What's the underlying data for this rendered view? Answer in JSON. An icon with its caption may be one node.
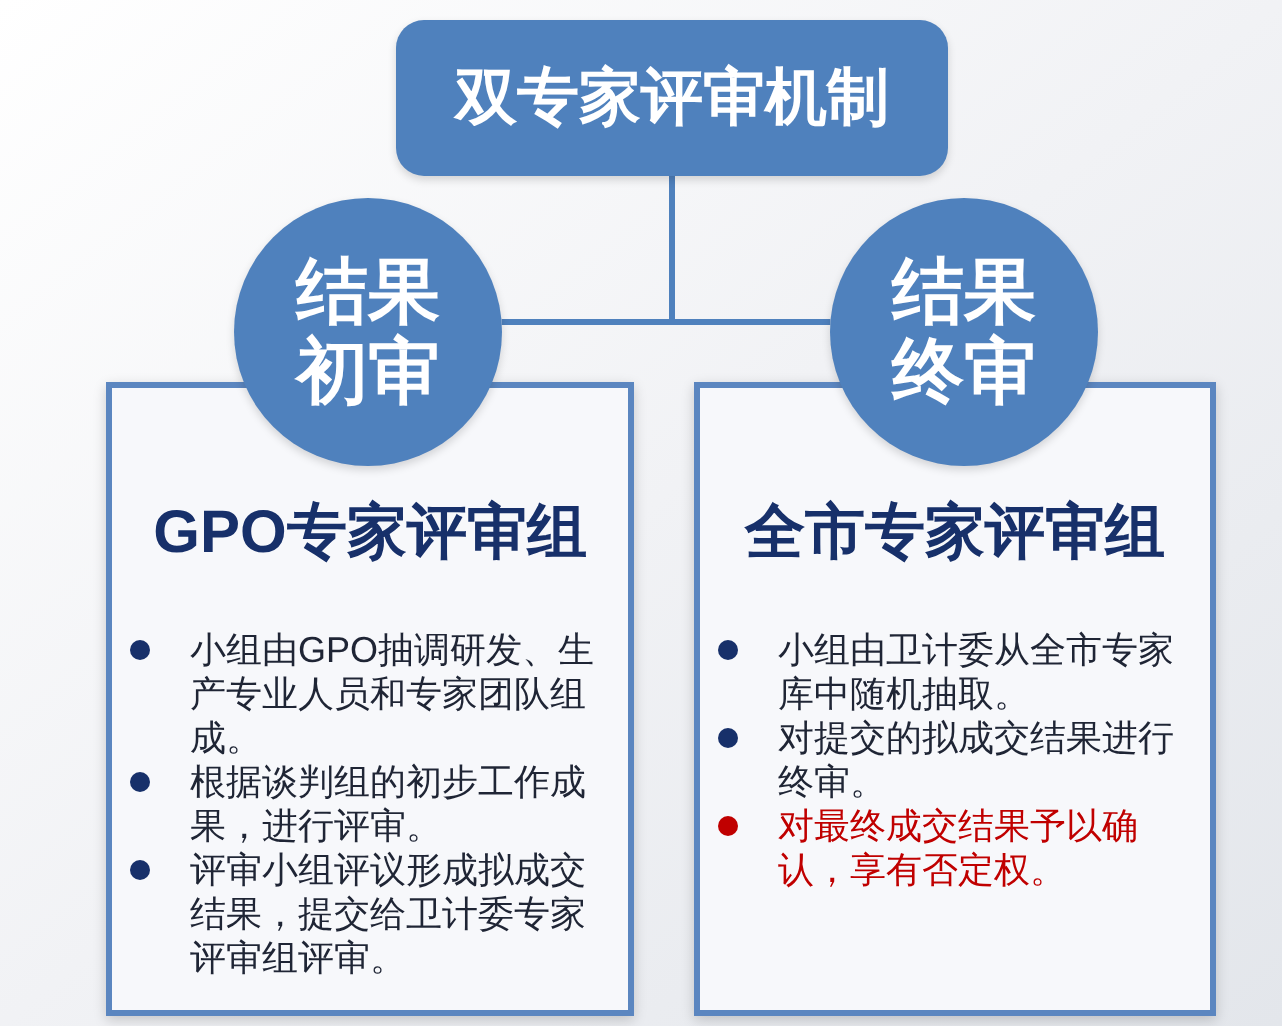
{
  "diagram": {
    "nodes": [
      {
        "text": [
          "双专家评审机制"
        ]
      },
      {
        "text": [
          "结果初审"
        ]
      },
      {
        "text": [
          "GPO专家评审组",
          "小组由GPO抽调研发、生产专业人员和专家团队组成。",
          "根据谈判组的初步工作成果，进行评审。",
          "评审小组评议形成拟成交结果，提交给卫计委专家评审组评审。"
        ]
      },
      {
        "text": [
          "结果终审"
        ]
      },
      {
        "text": [
          "全市专家评审组",
          "小组由卫计委从全市专家库中随机抽取。",
          "对提交的拟成交结果进行终审。",
          "对最终成交结果予以确认，享有否定权。"
        ]
      }
    ],
    "edges": [
      {
        "from": 0,
        "to": 1,
        "arrow": "none"
      },
      {
        "from": 0,
        "to": 3,
        "arrow": "none"
      }
    ]
  }
}
